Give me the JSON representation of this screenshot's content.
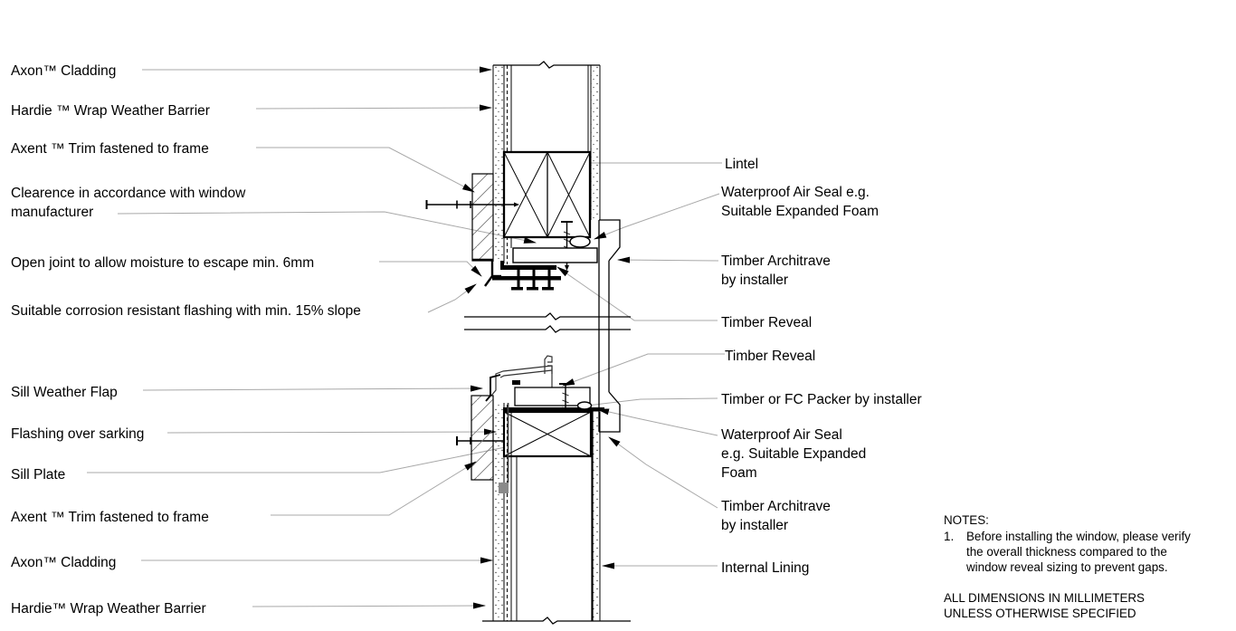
{
  "labels_left": [
    {
      "id": "axon-cladding-head",
      "text": "Axon™ Cladding"
    },
    {
      "id": "hardie-wrap-head",
      "text": "Hardie ™ Wrap Weather Barrier"
    },
    {
      "id": "axent-trim-head",
      "text": "Axent ™ Trim fastened to frame"
    },
    {
      "id": "clearance",
      "text": "Clearence in accordance with window\nmanufacturer"
    },
    {
      "id": "open-joint",
      "text": "Open joint to allow moisture to escape min. 6mm"
    },
    {
      "id": "corrosion-flashing",
      "text": "Suitable corrosion resistant flashing with min. 15% slope"
    },
    {
      "id": "sill-weather-flap",
      "text": "Sill Weather Flap"
    },
    {
      "id": "flashing-over-sarking",
      "text": "Flashing over sarking"
    },
    {
      "id": "sill-plate",
      "text": "Sill Plate"
    },
    {
      "id": "axent-trim-sill",
      "text": "Axent ™ Trim fastened to frame"
    },
    {
      "id": "axon-cladding-sill",
      "text": "Axon™ Cladding"
    },
    {
      "id": "hardie-wrap-sill",
      "text": "Hardie™ Wrap Weather Barrier"
    }
  ],
  "labels_right": [
    {
      "id": "lintel",
      "text": "Lintel"
    },
    {
      "id": "air-seal-head",
      "text": "Waterproof Air Seal e.g.\nSuitable Expanded Foam"
    },
    {
      "id": "architrave-head",
      "text": "Timber  Architrave\nby installer"
    },
    {
      "id": "timber-reveal-head",
      "text": "Timber Reveal"
    },
    {
      "id": "timber-reveal-sill",
      "text": "Timber Reveal"
    },
    {
      "id": "packer",
      "text": "Timber or FC Packer by installer"
    },
    {
      "id": "air-seal-sill",
      "text": "Waterproof Air Seal\ne.g. Suitable Expanded\nFoam"
    },
    {
      "id": "architrave-sill",
      "text": "Timber Architrave\nby installer"
    },
    {
      "id": "internal-lining",
      "text": "Internal Lining"
    }
  ],
  "notes": {
    "heading": "NOTES:",
    "items": [
      {
        "number": "1.",
        "text": "Before installing the window, please verify\nthe overall thickness compared to the\nwindow reveal sizing to prevent gaps."
      }
    ],
    "dimensions_note": "ALL DIMENSIONS IN MILLIMETERS\nUNLESS OTHERWISE SPECIFIED"
  },
  "colors": {
    "line": "#000000",
    "leader": "#a8a8a8",
    "text": "#000000",
    "background": "#ffffff"
  }
}
